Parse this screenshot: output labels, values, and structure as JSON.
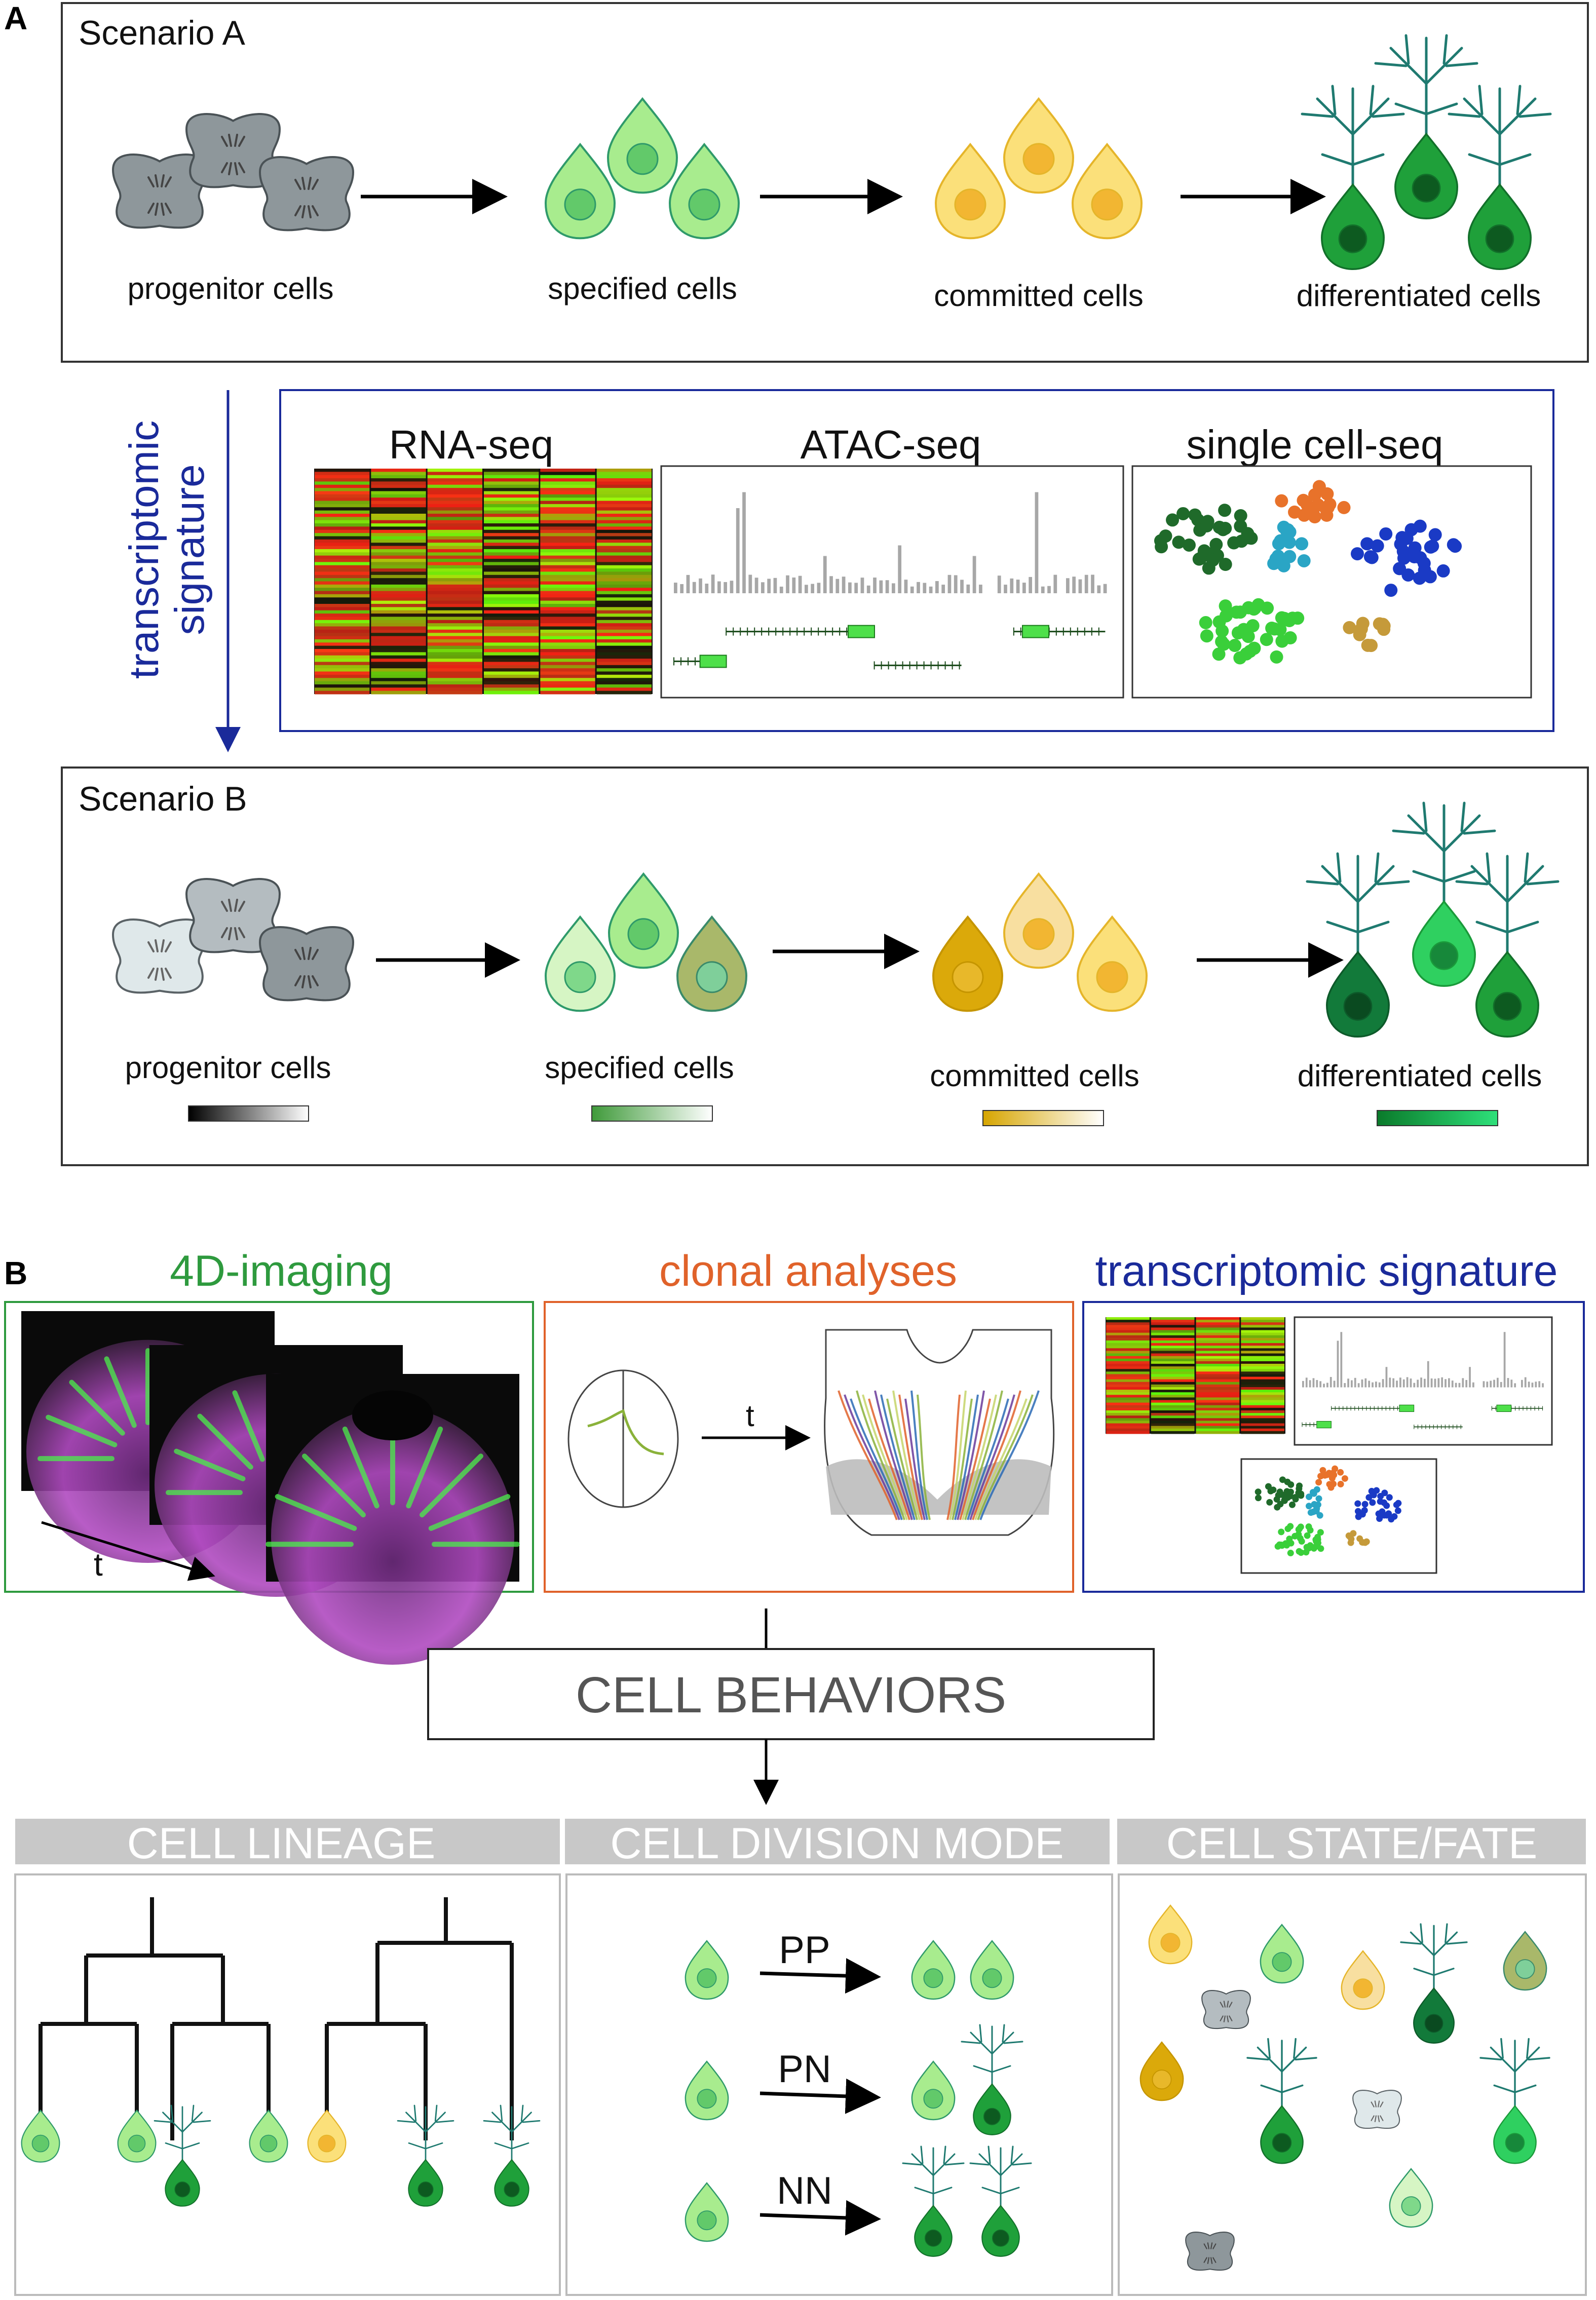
{
  "panel_a": {
    "letter": "A",
    "scenario_a": {
      "title": "Scenario A",
      "stages": [
        "progenitor cells",
        "specified cells",
        "committed cells",
        "differentiated cells"
      ]
    },
    "side_label_line1": "transcriptomic",
    "side_label_line2": "signature",
    "methods": [
      "RNA-seq",
      "ATAC-seq",
      "single cell-seq"
    ],
    "scenario_b": {
      "title": "Scenario B",
      "stages": [
        "progenitor cells",
        "specified cells",
        "committed cells",
        "differentiated cells"
      ]
    }
  },
  "panel_b": {
    "letter": "B",
    "headers": [
      "4D-imaging",
      "clonal analyses",
      "transcriptomic signature"
    ],
    "time_label": "t",
    "center_box": "CELL BEHAVIORS",
    "categories": [
      "CELL LINEAGE",
      "CELL DIVISION MODE",
      "CELL STATE/FATE"
    ],
    "division_modes": [
      "PP",
      "PN",
      "NN"
    ]
  },
  "colors": {
    "progenitor": "#8e979b",
    "specified": "#9fe08a",
    "committed": "#f5c94a",
    "differentiated": "#1f9a3a",
    "frame_blue": "#1a2a9a",
    "frame_green": "#2e9a3e",
    "frame_orange": "#e0622a",
    "category_bar": "#c8c8c8"
  }
}
